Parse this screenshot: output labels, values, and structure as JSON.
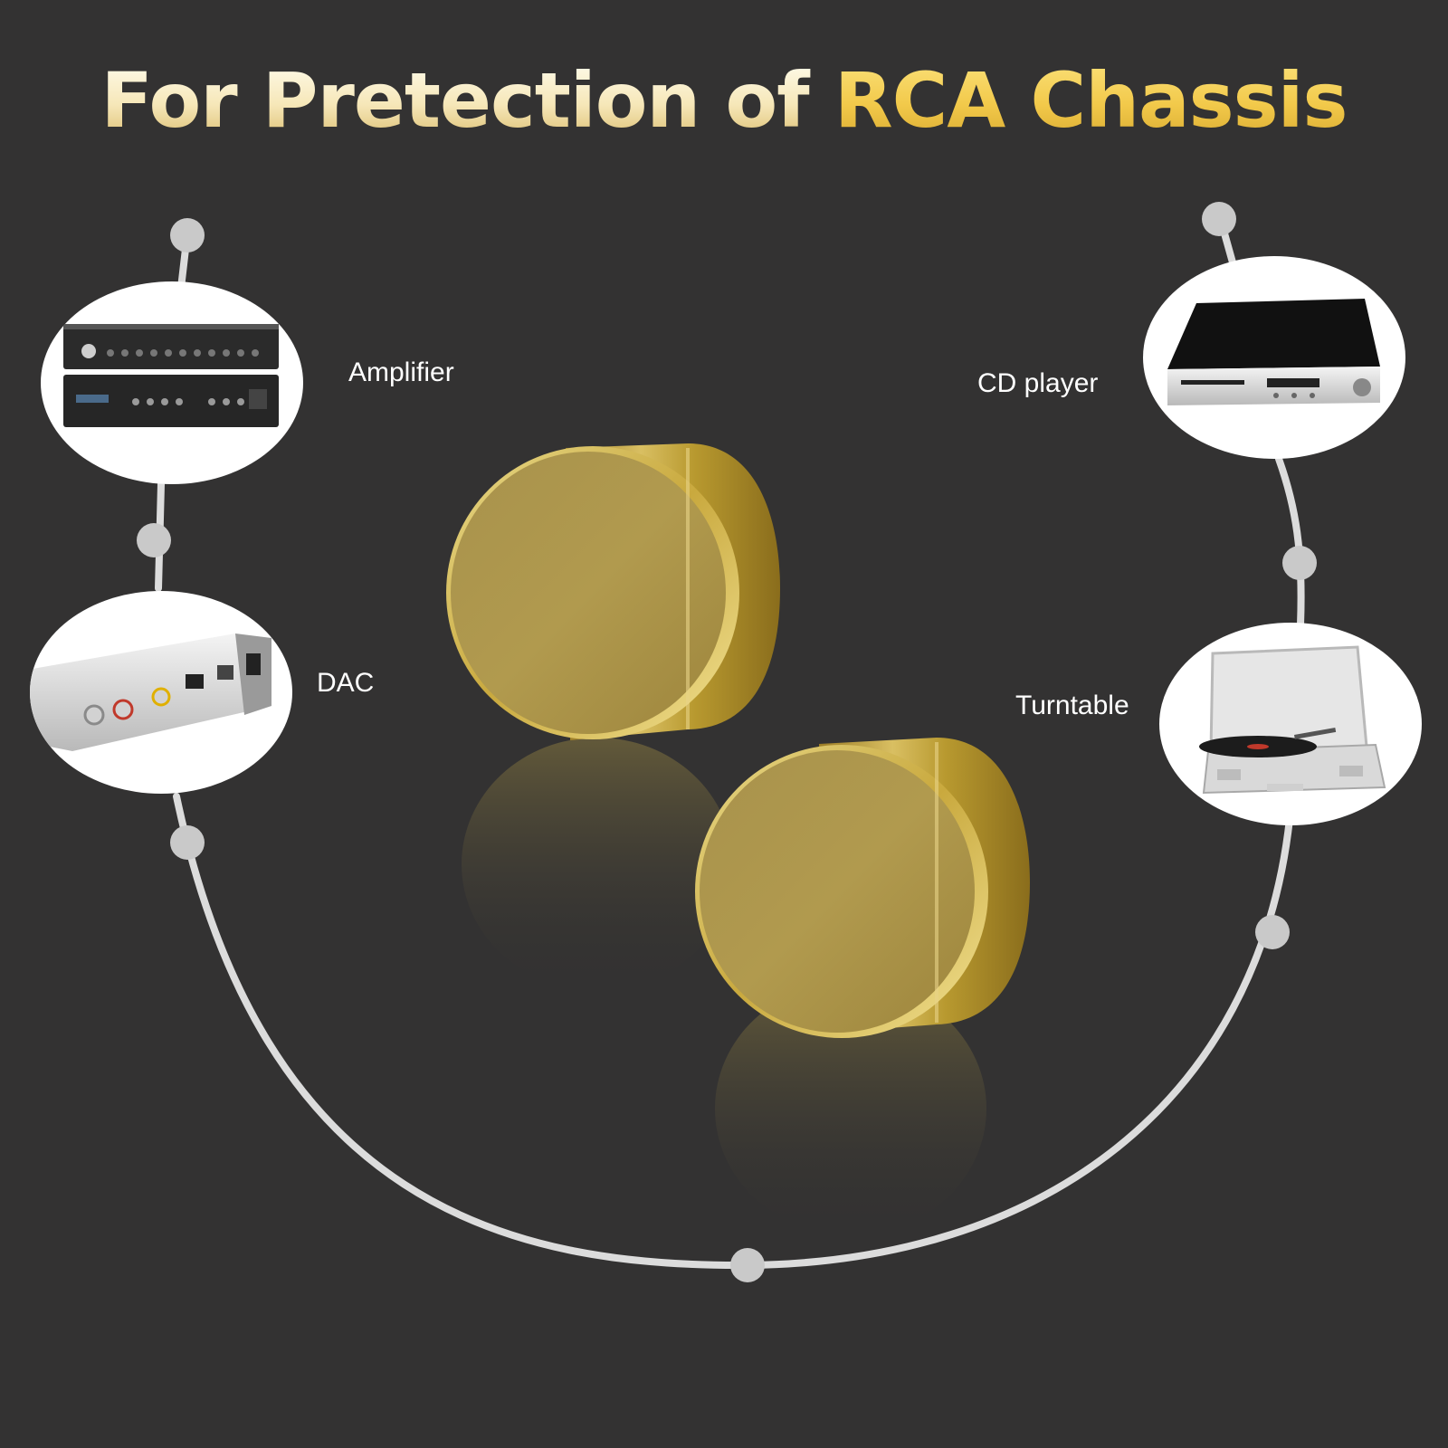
{
  "title": {
    "part1": "For Pretection of ",
    "part2": "RCA Chassis"
  },
  "devices": {
    "amplifier": {
      "label": "Amplifier",
      "icon": "amplifier-icon"
    },
    "dac": {
      "label": "DAC",
      "icon": "dac-icon"
    },
    "cd_player": {
      "label": "CD player",
      "icon": "cd-player-icon"
    },
    "turntable": {
      "label": "Turntable",
      "icon": "turntable-icon"
    }
  },
  "colors": {
    "background": "#333232",
    "connector_line": "#dcdcdc",
    "node": "#c9c9c9",
    "gold": "#b89a45",
    "title_gold": "#f2c94a",
    "title_cream": "#f7ebc2"
  }
}
